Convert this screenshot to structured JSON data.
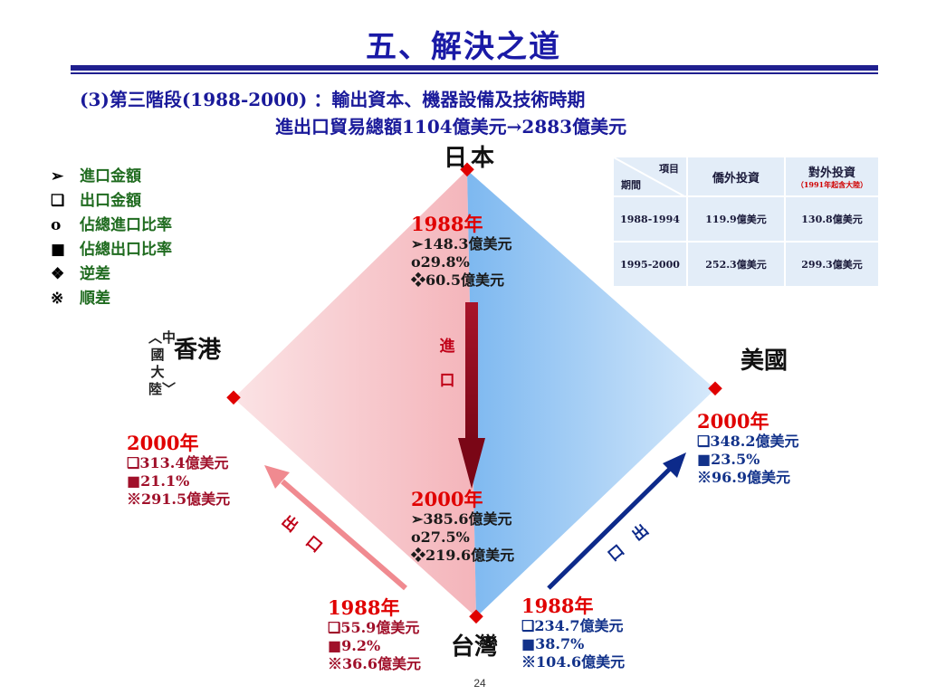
{
  "title": "五、解決之道",
  "subtitle": "(3)第三階段(1988-2000) ：輸出資本、機器設備及技術時期",
  "subtitle2": "進出口貿易總額1104億美元→2883億美元",
  "legend": [
    {
      "icon": "arrowhead-icon",
      "symbol": "➢",
      "label": "進口金額"
    },
    {
      "icon": "hollow-square-icon",
      "symbol": "❑",
      "label": "出口金額"
    },
    {
      "icon": "circle-o-icon",
      "symbol": "o",
      "label": "佔總進口比率"
    },
    {
      "icon": "filled-square-icon",
      "symbol": "■",
      "label": "佔總出口比率"
    },
    {
      "icon": "four-diamond-icon",
      "symbol": "❖",
      "label": "逆差"
    },
    {
      "icon": "reference-mark-icon",
      "symbol": "※",
      "label": "順差"
    }
  ],
  "nodes": {
    "japan": "日本",
    "hongkong": "香港",
    "hongkong_note": "︿中國大陸﹀",
    "usa": "美國",
    "taiwan": "台灣"
  },
  "arrows": {
    "import": "進 口",
    "export_left": "出 口",
    "export_right": "口 出"
  },
  "japan_1988": {
    "year": "1988年",
    "import": "➢148.3億美元",
    "ratio": "o29.8%",
    "deficit": "❖60.5億美元"
  },
  "japan_2000": {
    "year": "2000年",
    "import": "➢385.6億美元",
    "ratio": "o27.5%",
    "deficit": "❖219.6億美元"
  },
  "hk_2000": {
    "year": "2000年",
    "export": "❑313.4億美元",
    "ratio": "■21.1%",
    "surplus": "※291.5億美元"
  },
  "hk_1988": {
    "year": "1988年",
    "export": "❑55.9億美元",
    "ratio": "■9.2%",
    "surplus": "※36.6億美元"
  },
  "us_2000": {
    "year": "2000年",
    "export": "❑348.2億美元",
    "ratio": "■23.5%",
    "surplus": "※96.9億美元"
  },
  "us_1988": {
    "year": "1988年",
    "export": "❑234.7億美元",
    "ratio": "■38.7%",
    "surplus": "※104.6億美元"
  },
  "investment_table": {
    "corner_item": "項目",
    "corner_period": "期間",
    "col1": "僑外投資",
    "col2": "對外投資",
    "col2_note": "（1991年起含大陸）",
    "rows": [
      {
        "period": "1988-1994",
        "inbound": "119.9億美元",
        "outbound": "130.8億美元"
      },
      {
        "period": "1995-2000",
        "inbound": "252.3億美元",
        "outbound": "299.3億美元"
      }
    ]
  },
  "colors": {
    "title": "#1a1aa6",
    "year": "#e00000",
    "left_fill": "#f7c4c8",
    "right_fill": "#8cc3f3",
    "import_arrow": "#8b0a1e",
    "export_right_arrow": "#0d2a8a"
  },
  "page_number": "24"
}
